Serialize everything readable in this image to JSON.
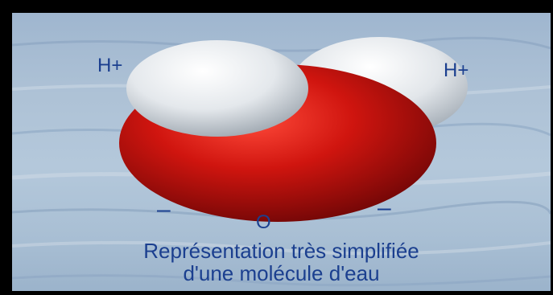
{
  "diagram": {
    "hydrogen_left_label": "H+",
    "hydrogen_right_label": "H+",
    "charge_left_label": "–",
    "charge_right_label": "–",
    "oxygen_label": "O",
    "caption_line1": "Représentation très simplifiée",
    "caption_line2": "d'une molécule d'eau"
  },
  "colors": {
    "oxygen": "#c40f0f",
    "hydrogen": "#e8ecef",
    "label": "#1b3f8f"
  }
}
